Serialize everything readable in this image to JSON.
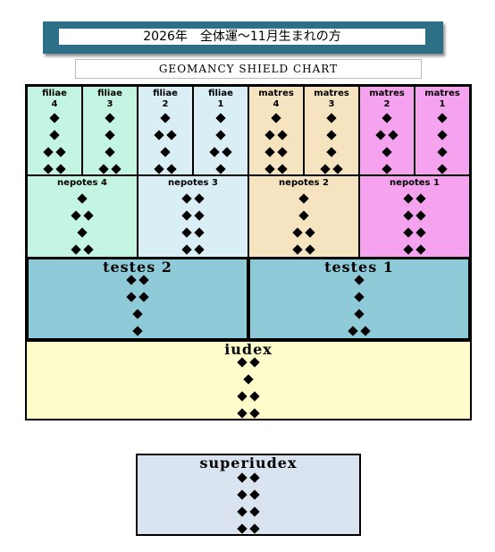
{
  "header": {
    "title": "2026年　全体運〜11月生まれの方"
  },
  "subtitle": "GEOMANCY  SHIELD  CHART",
  "colors": {
    "green": "#c4f5e3",
    "blue": "#d9eef5",
    "tan": "#f5e4bf",
    "pink": "#f5a3ef",
    "testes": "#8fcad9",
    "iudex": "#fffccc",
    "superiudex": "#dae3f0",
    "banner": "#2d6f86"
  },
  "row1": [
    {
      "name": "filiae",
      "num": "4",
      "pattern": [
        1,
        1,
        2,
        2
      ]
    },
    {
      "name": "filiae",
      "num": "3",
      "pattern": [
        1,
        1,
        1,
        2
      ]
    },
    {
      "name": "filiae",
      "num": "2",
      "pattern": [
        1,
        2,
        1,
        2
      ]
    },
    {
      "name": "filiae",
      "num": "1",
      "pattern": [
        1,
        1,
        2,
        1
      ]
    },
    {
      "name": "matres",
      "num": "4",
      "pattern": [
        1,
        2,
        2,
        2
      ]
    },
    {
      "name": "matres",
      "num": "3",
      "pattern": [
        1,
        1,
        1,
        2
      ]
    },
    {
      "name": "matres",
      "num": "2",
      "pattern": [
        1,
        2,
        1,
        1
      ]
    },
    {
      "name": "matres",
      "num": "1",
      "pattern": [
        1,
        1,
        1,
        1
      ]
    }
  ],
  "row2": [
    {
      "label": "nepotes 4",
      "pattern": [
        1,
        2,
        1,
        2
      ]
    },
    {
      "label": "nepotes 3",
      "pattern": [
        2,
        2,
        2,
        2
      ]
    },
    {
      "label": "nepotes 2",
      "pattern": [
        1,
        1,
        2,
        2
      ]
    },
    {
      "label": "nepotes 1",
      "pattern": [
        2,
        2,
        2,
        2
      ]
    }
  ],
  "row3": [
    {
      "label": "testes 2",
      "pattern": [
        2,
        2,
        1,
        1
      ]
    },
    {
      "label": "testes 1",
      "pattern": [
        1,
        1,
        1,
        2
      ]
    }
  ],
  "iudex": {
    "label": "iudex",
    "pattern": [
      2,
      1,
      2,
      2
    ]
  },
  "superiudex": {
    "label": "superiudex",
    "pattern": [
      2,
      2,
      2,
      2
    ]
  }
}
